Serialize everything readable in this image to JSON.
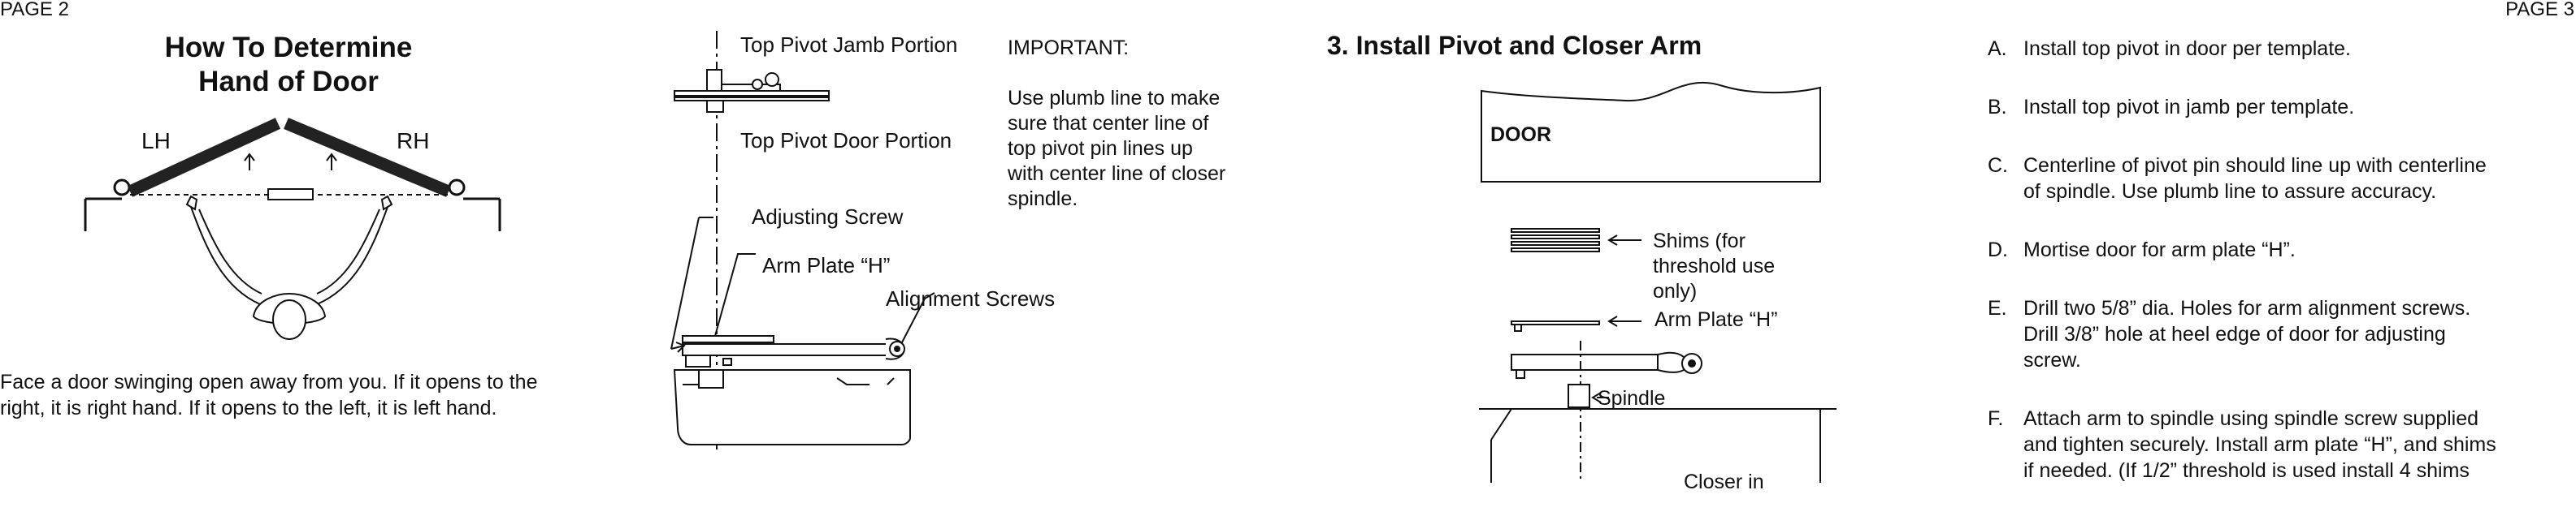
{
  "page_left": "PAGE 2",
  "page_right": "PAGE 3",
  "hand": {
    "title_line1": "How To Determine",
    "title_line2": "Hand of Door",
    "lh": "LH",
    "rh": "RH",
    "caption_line1": "Face a door swinging open away from you. If it opens to the",
    "caption_line2": "right, it is right hand. If it opens to the left, it is left hand."
  },
  "pivot_diagram": {
    "top_jamb": "Top Pivot Jamb Portion",
    "top_door": "Top Pivot Door Portion",
    "adjusting_screw": "Adjusting Screw",
    "arm_plate": "Arm Plate “H”",
    "alignment_screws": "Alignment Screws"
  },
  "important": {
    "heading": "IMPORTANT:",
    "lines": [
      "Use plumb line to make",
      "sure that center line of",
      "top pivot pin lines up",
      "with center line of closer",
      "spindle."
    ]
  },
  "section3": {
    "title": "3. Install Pivot and Closer Arm",
    "door": "DOOR",
    "shims_lines": [
      "Shims (for",
      "threshold use",
      "only)"
    ],
    "arm_plate": "Arm Plate “H”",
    "spindle": "Spindle",
    "closer_partial": "Closer in"
  },
  "steps": [
    {
      "letter": "A.",
      "lines": [
        "Install top pivot in door per template."
      ]
    },
    {
      "letter": "B.",
      "lines": [
        "Install top pivot in jamb per template."
      ]
    },
    {
      "letter": "C.",
      "lines": [
        "Centerline of pivot pin should line up with centerline",
        "of spindle. Use plumb line to assure accuracy."
      ]
    },
    {
      "letter": "D.",
      "lines": [
        "Mortise door for arm plate “H”."
      ]
    },
    {
      "letter": "E.",
      "lines": [
        "Drill two 5/8” dia. Holes for arm alignment screws.",
        "Drill 3/8” hole at heel edge of door for adjusting",
        "screw."
      ]
    },
    {
      "letter": "F.",
      "lines": [
        "Attach arm to spindle using spindle screw supplied",
        "and tighten securely. Install arm plate “H”, and shims",
        "if needed. (If 1/2” threshold is used install 4 shims"
      ]
    }
  ]
}
